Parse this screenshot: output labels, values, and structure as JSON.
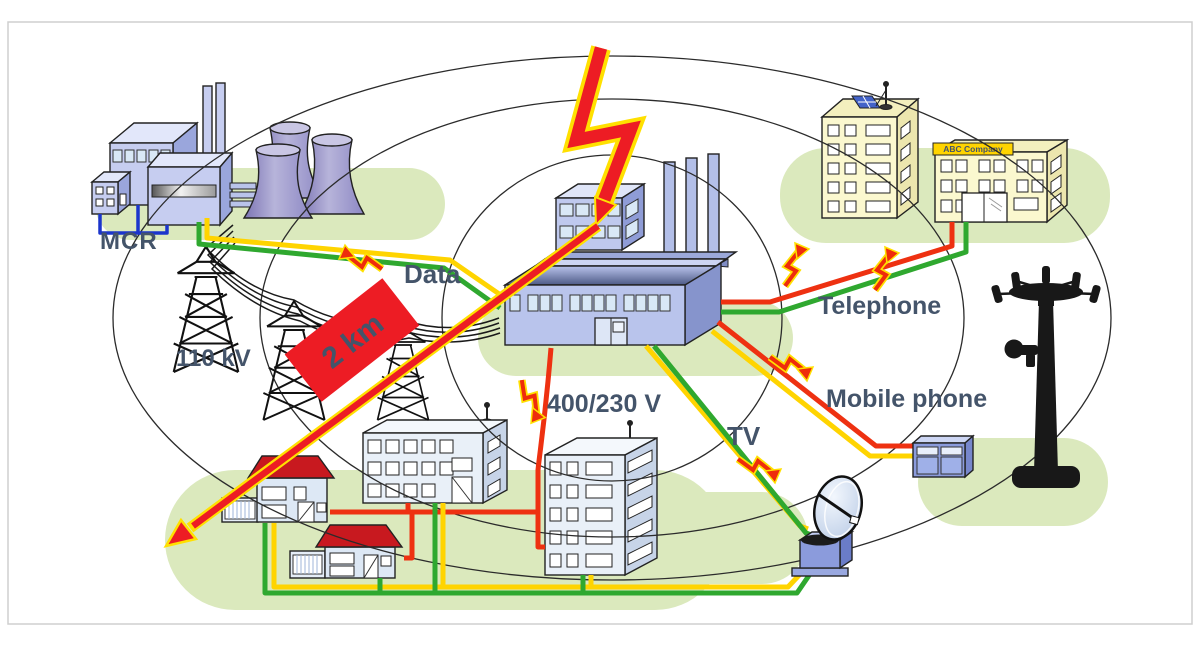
{
  "scene": {
    "labels": {
      "mcr": "MCR",
      "hv_line": "110 kV",
      "distance": "2 km",
      "data": "Data",
      "telephone": "Telephone",
      "mobile_phone": "Mobile phone",
      "tv": "TV",
      "lv_line": "400/230 V",
      "company_sign": "ABC Company"
    },
    "colors": {
      "power_wire_red": "#ee3111",
      "signal_wire_yellow": "#ffd400",
      "signal_wire_green": "#2fa82f",
      "control_wire_blue": "#1b35cc",
      "lightning_red": "#ed1c24",
      "lightning_outline_yellow": "#ffe000",
      "distance_banner_red": "#ed1c24",
      "label_text": "#44546a",
      "ground_green": "#dbe9bd",
      "building_blue": "#c6cdf0",
      "building_yellow": "#fbf8cf"
    },
    "objects": [
      "power plant with cooling towers and MCR control building",
      "110 kV overhead transmission line with pylons",
      "industrial building struck by lightning",
      "office buildings of ABC Company",
      "mobile phone base station with equipment cabinet",
      "satellite TV dish",
      "residential houses and apartment buildings"
    ]
  }
}
